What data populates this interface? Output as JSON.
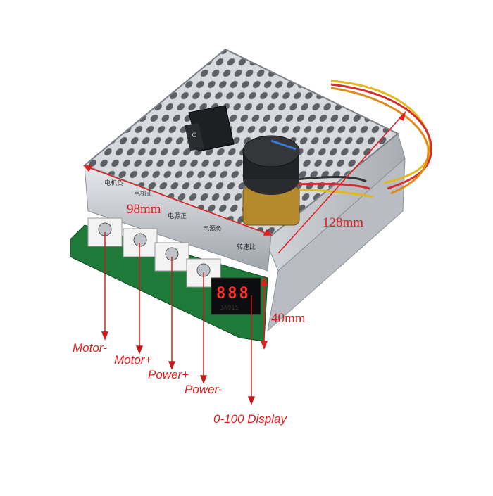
{
  "dimensions": {
    "width_label": "98mm",
    "depth_label": "128mm",
    "height_label": "40mm"
  },
  "terminal_labels_cn": [
    "电机负",
    "电机正",
    "电源正",
    "电源负",
    "转速比"
  ],
  "callouts": [
    "Motor-",
    "Motor+",
    "Power+",
    "Power-",
    "0-100 Display"
  ],
  "display": {
    "digits": "888",
    "pcb_code": "3A01S"
  },
  "colors": {
    "annotation": "#e11d1d",
    "pcb": "#1f7a3a",
    "case": "#c9ccd1"
  }
}
